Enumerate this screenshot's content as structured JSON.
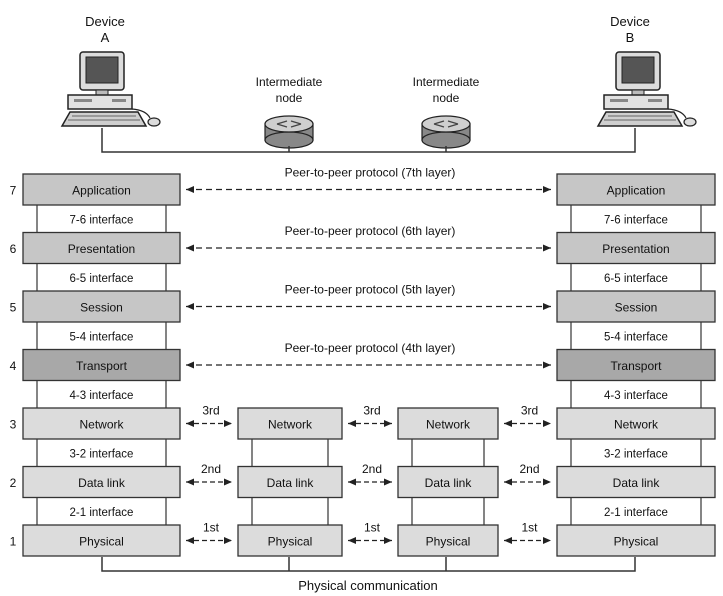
{
  "devices": {
    "a": {
      "label_line1": "Device",
      "label_line2": "A",
      "icon": "computer-icon"
    },
    "b": {
      "label_line1": "Device",
      "label_line2": "B",
      "icon": "computer-icon"
    }
  },
  "intermediate_nodes": [
    {
      "label_line1": "Intermediate",
      "label_line2": "node",
      "icon": "router-icon"
    },
    {
      "label_line1": "Intermediate",
      "label_line2": "node",
      "icon": "router-icon"
    }
  ],
  "layers": [
    {
      "number": "7",
      "name": "Application"
    },
    {
      "number": "6",
      "name": "Presentation"
    },
    {
      "number": "5",
      "name": "Session"
    },
    {
      "number": "4",
      "name": "Transport"
    },
    {
      "number": "3",
      "name": "Network"
    },
    {
      "number": "2",
      "name": "Data link"
    },
    {
      "number": "1",
      "name": "Physical"
    }
  ],
  "interfaces": [
    "7-6 interface",
    "6-5 interface",
    "5-4 interface",
    "4-3 interface",
    "3-2 interface",
    "2-1 interface"
  ],
  "peer_protocols": [
    "Peer-to-peer protocol (7th layer)",
    "Peer-to-peer protocol (6th layer)",
    "Peer-to-peer protocol (5th layer)",
    "Peer-to-peer protocol (4th layer)"
  ],
  "hop_labels": {
    "network": "3rd",
    "data_link": "2nd",
    "physical": "1st"
  },
  "node_layers": [
    "Network",
    "Data link",
    "Physical"
  ],
  "physical_communication": "Physical communication",
  "colors": {
    "upper_layer": "#c6c6c6",
    "transport_layer": "#a8a8a8",
    "lower_layer": "#dcdcdc",
    "line": "#333333"
  }
}
